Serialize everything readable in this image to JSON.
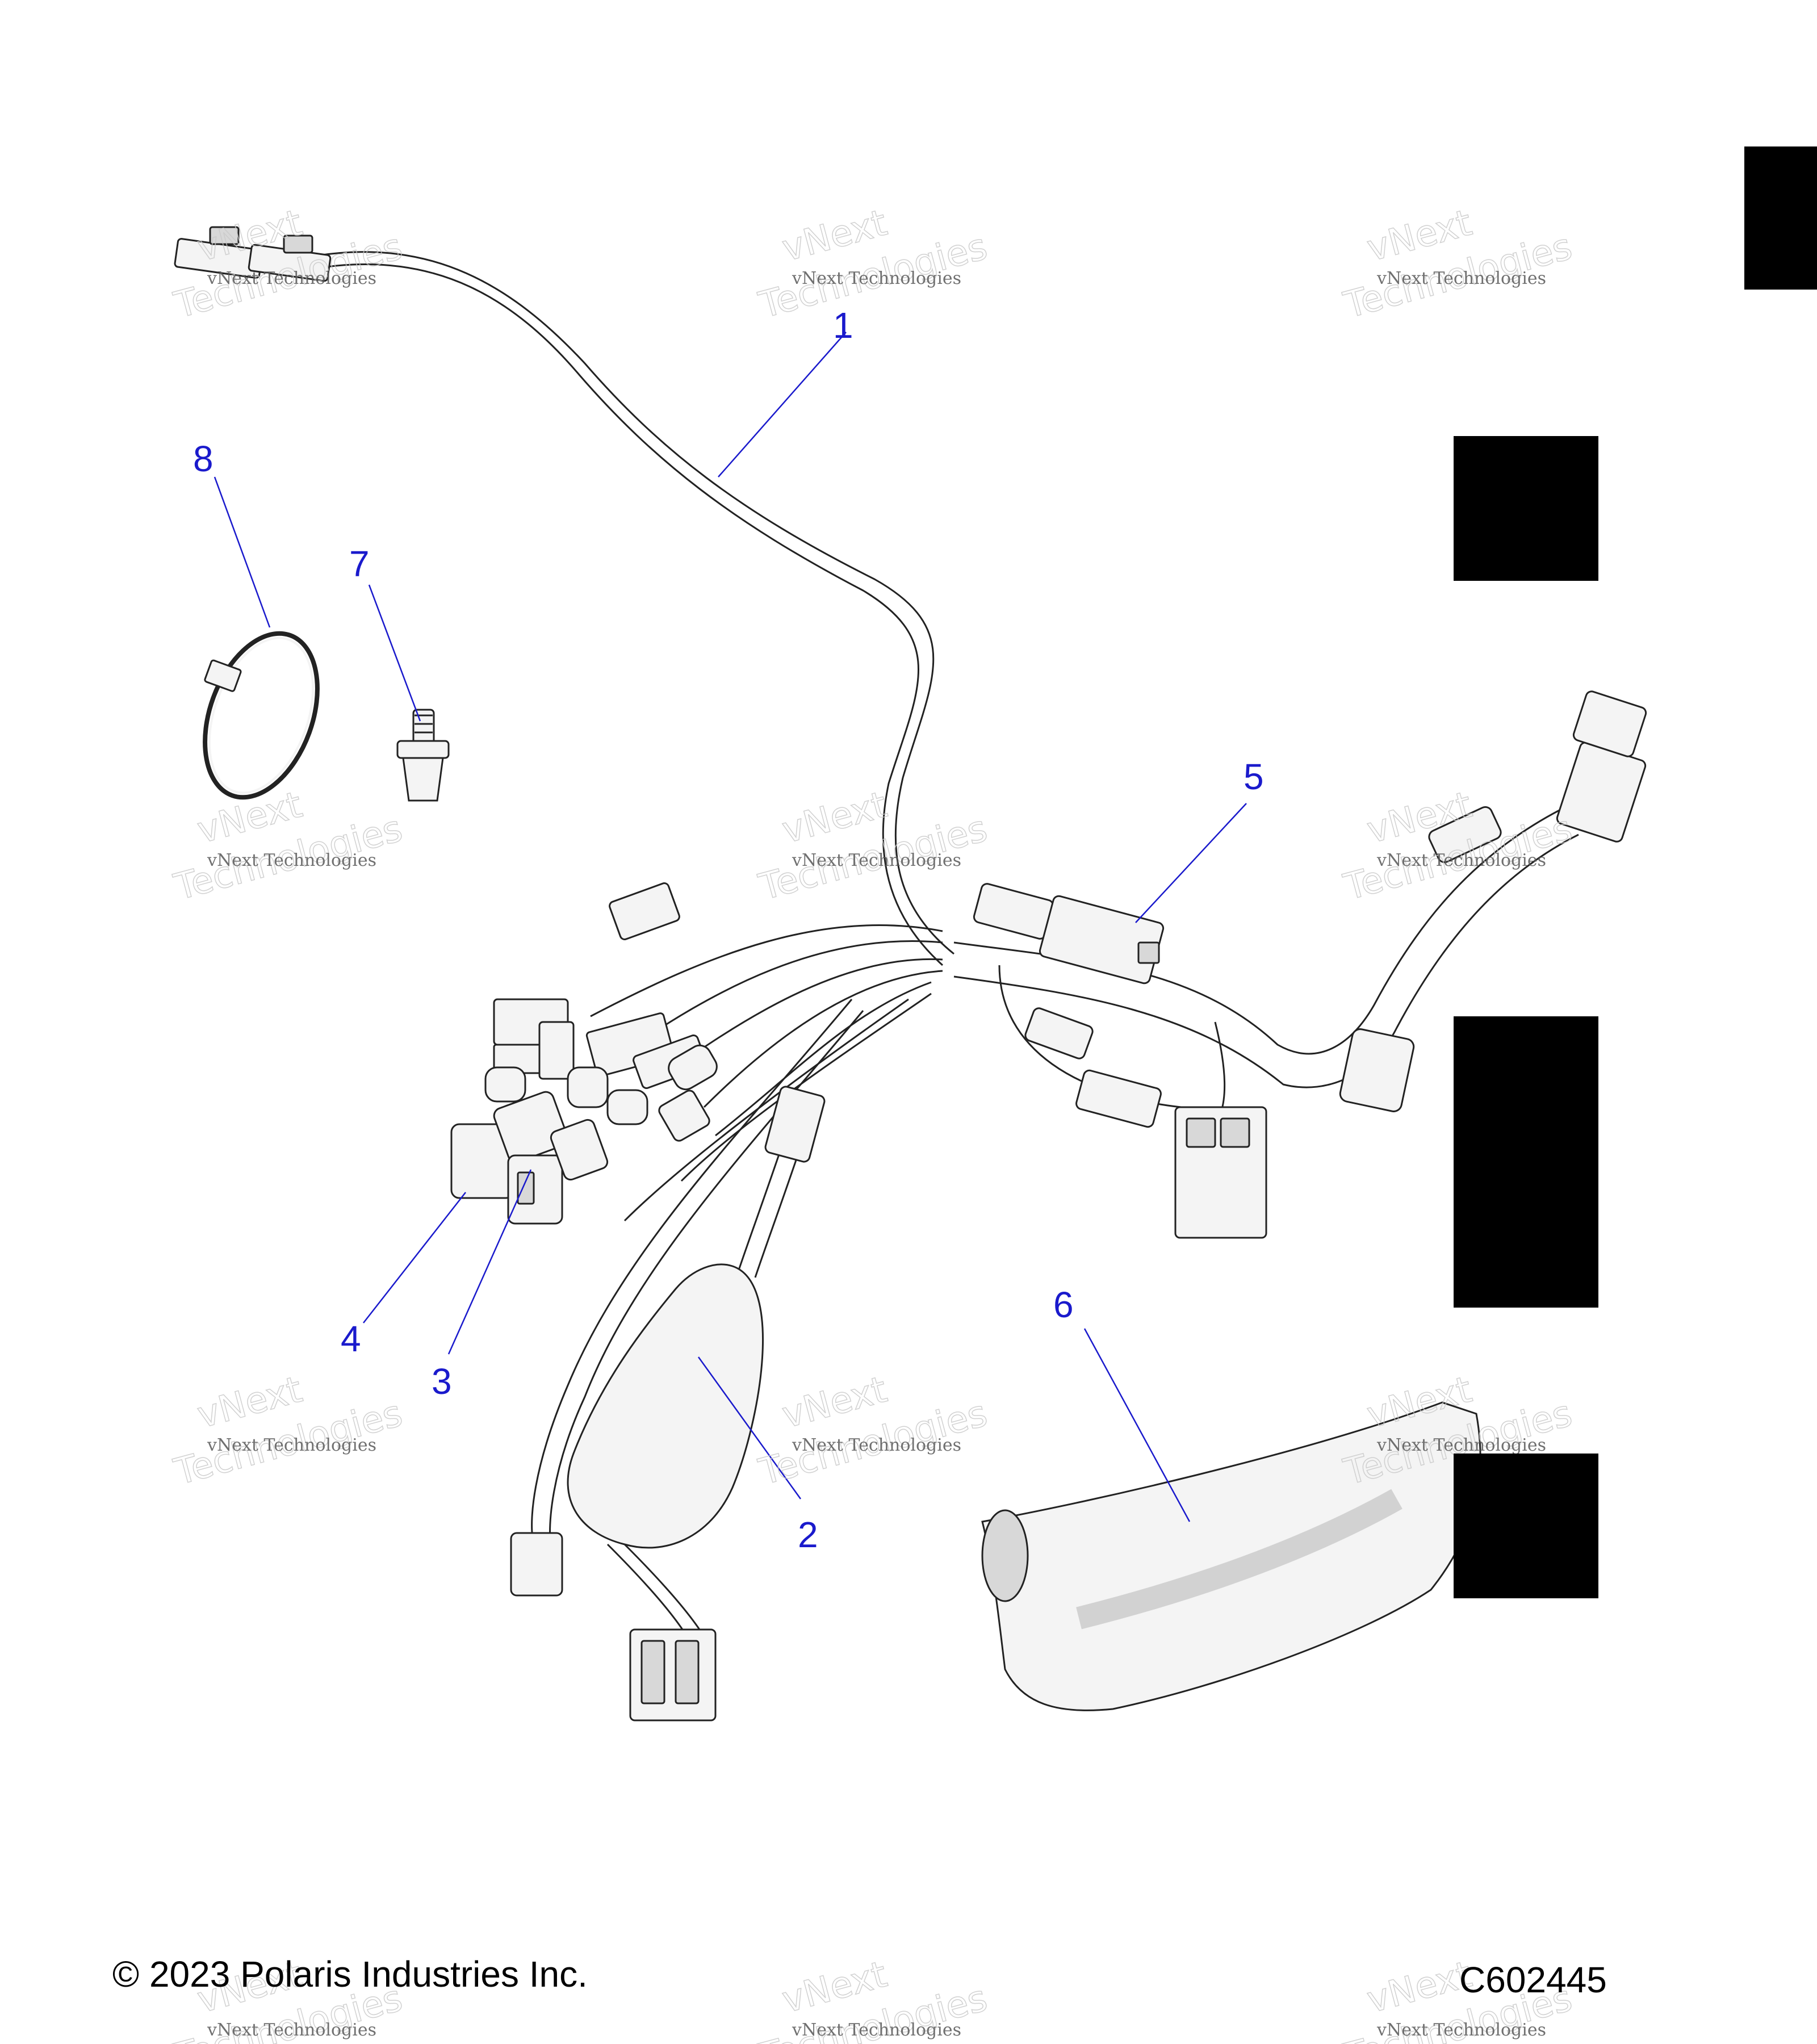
{
  "callouts": [
    {
      "id": "1",
      "label": "1"
    },
    {
      "id": "2",
      "label": "2"
    },
    {
      "id": "3",
      "label": "3"
    },
    {
      "id": "4",
      "label": "4"
    },
    {
      "id": "5",
      "label": "5"
    },
    {
      "id": "6",
      "label": "6"
    },
    {
      "id": "7",
      "label": "7"
    },
    {
      "id": "8",
      "label": "8"
    }
  ],
  "watermark": {
    "line1": "vNext Technologies",
    "line2": "vNext",
    "line3": "Technologies"
  },
  "footer": {
    "copyright": "© 2023 Polaris Industries Inc.",
    "figure_code": "C602445"
  },
  "colors": {
    "callout": "#1a1acc",
    "redaction": "#000000"
  }
}
